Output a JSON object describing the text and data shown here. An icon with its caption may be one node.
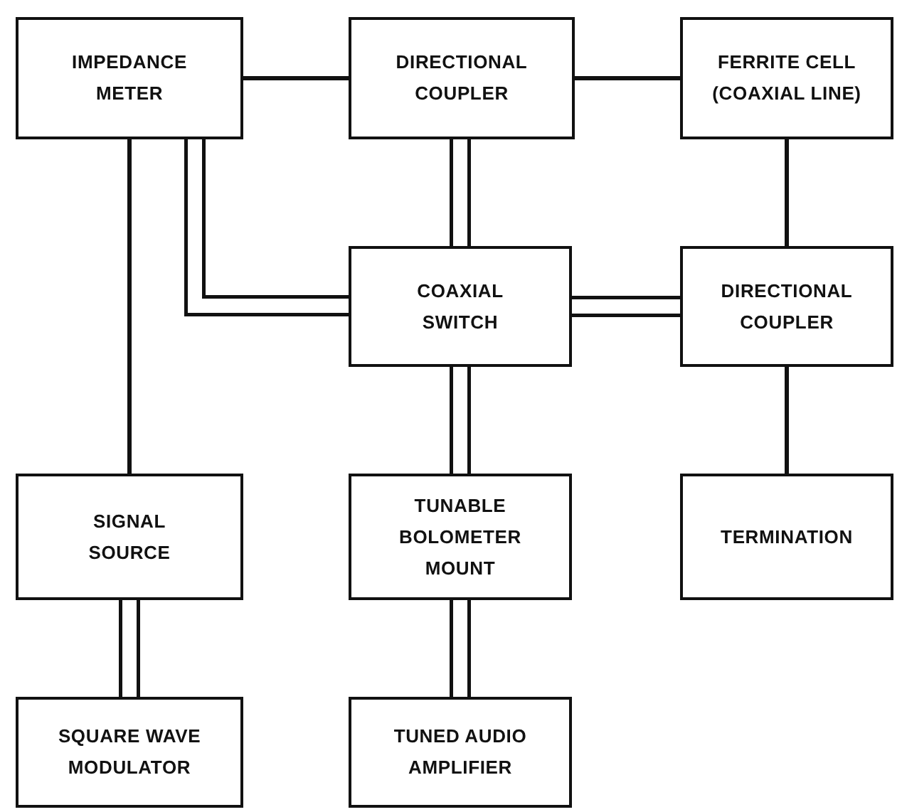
{
  "diagram": {
    "nodes": [
      {
        "text": [
          "IMPEDANCE METER"
        ]
      },
      {
        "text": [
          "DIRECTIONAL COUPLER"
        ]
      },
      {
        "text": [
          "FERRITE CELL (COAXIAL LINE)"
        ]
      },
      {
        "text": [
          "COAXIAL SWITCH"
        ]
      },
      {
        "text": [
          "DIRECTIONAL COUPLER"
        ]
      },
      {
        "text": [
          "SIGNAL SOURCE"
        ]
      },
      {
        "text": [
          "TUNABLE BOLOMETER MOUNT"
        ]
      },
      {
        "text": [
          "TERMINATION"
        ]
      },
      {
        "text": [
          "SQUARE WAVE MODULATOR"
        ]
      },
      {
        "text": [
          "TUNED AUDIO AMPLIFIER"
        ]
      }
    ],
    "edges": [
      {
        "from": 0,
        "to": 1,
        "arrow": "none"
      },
      {
        "from": 1,
        "to": 2,
        "arrow": "none"
      },
      {
        "from": 1,
        "to": 3,
        "arrow": "none"
      },
      {
        "from": 0,
        "to": 3,
        "arrow": "none"
      },
      {
        "from": 2,
        "to": 4,
        "arrow": "none"
      },
      {
        "from": 3,
        "to": 4,
        "arrow": "none"
      },
      {
        "from": 0,
        "to": 5,
        "arrow": "none"
      },
      {
        "from": 3,
        "to": 6,
        "arrow": "none"
      },
      {
        "from": 4,
        "to": 7,
        "arrow": "none"
      },
      {
        "from": 5,
        "to": 8,
        "arrow": "none"
      },
      {
        "from": 6,
        "to": 9,
        "arrow": "none"
      }
    ]
  }
}
